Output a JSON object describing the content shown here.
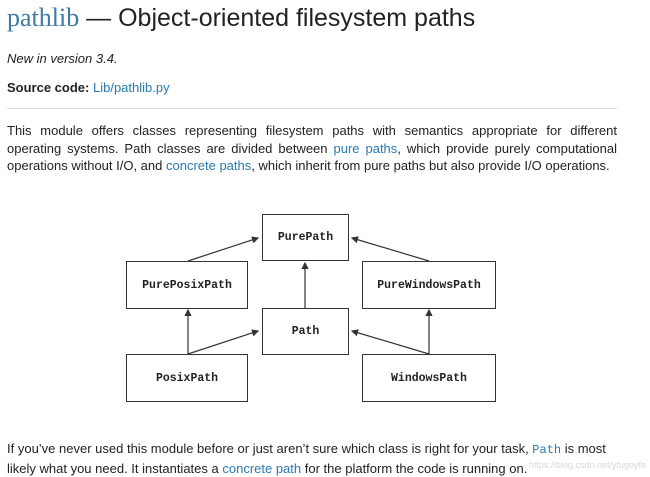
{
  "header": {
    "module_name": "pathlib",
    "title_rest": " — Object-oriented filesystem paths"
  },
  "version_note": "New in version 3.4.",
  "source": {
    "label": "Source code:",
    "link_text": "Lib/pathlib.py"
  },
  "intro": {
    "t1": "This module offers classes representing filesystem paths with semantics appropriate for different operating systems. Path classes are divided between ",
    "link1": "pure paths",
    "t2": ", which provide purely computational operations without I/O, and ",
    "link2": "concrete paths",
    "t3": ", which inherit from pure paths but also provide I/O operations."
  },
  "diagram": {
    "boxes": {
      "purepath": "PurePath",
      "pureposixpath": "PurePosixPath",
      "purewindowspath": "PureWindowsPath",
      "path": "Path",
      "posixpath": "PosixPath",
      "windowspath": "WindowsPath"
    }
  },
  "advice": {
    "t1": "If you’ve never used this module before or just aren’t sure which class is right for your task, ",
    "code": "Path",
    "t2": " is most likely what you need. It instantiates a ",
    "link": "concrete path",
    "t3": " for the platform the code is running on."
  },
  "watermark": "https://blog.csdn.net/yfugoyfe",
  "colors": {
    "link": "#2a7ab0",
    "module_name": "#3e7aa3",
    "text": "#222222",
    "rule": "#dddddd"
  }
}
